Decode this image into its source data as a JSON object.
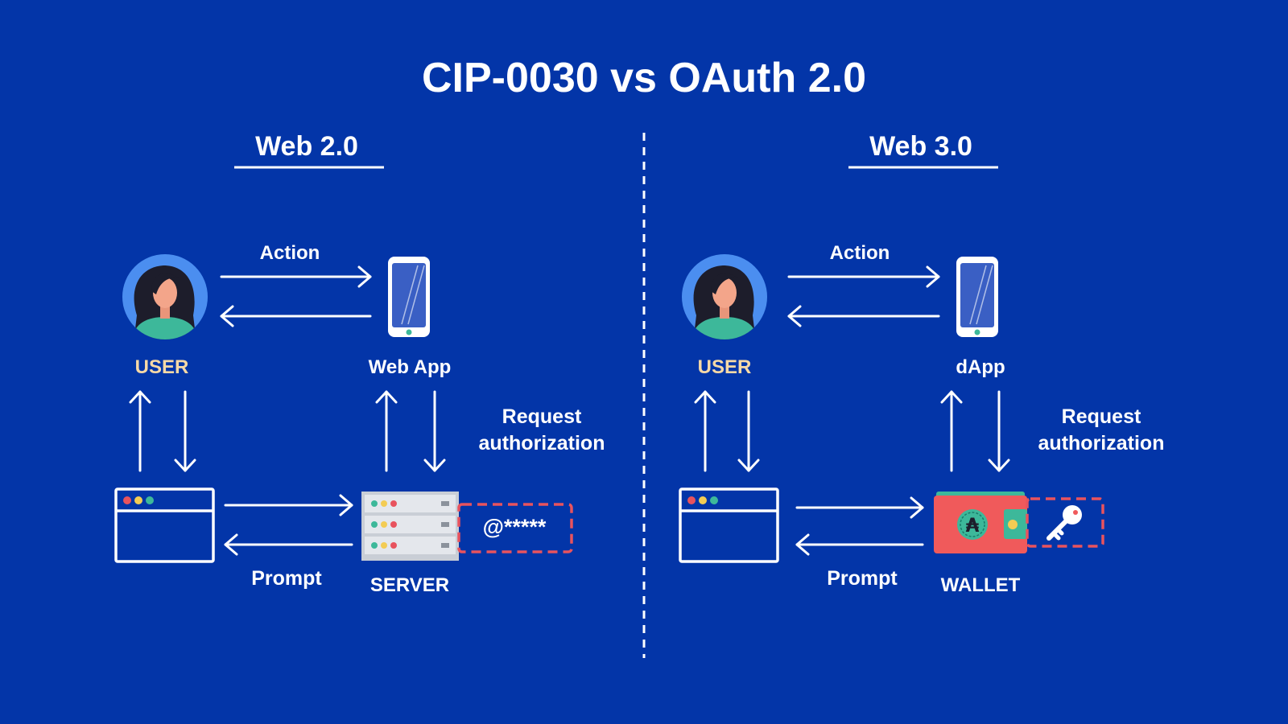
{
  "title": "CIP-0030 vs OAuth 2.0",
  "colors": {
    "background": "#0335a8",
    "user_label": "#f7d9a6",
    "dashed_box": "#e8535e",
    "wallet_body": "#f05a5b",
    "wallet_band": "#3dbfa6",
    "avatar_circle": "#4b8ef0",
    "avatar_shirt": "#3db89a",
    "server_panel": "#d9dde3"
  },
  "web2": {
    "heading": "Web 2.0",
    "user_label": "USER",
    "app_label": "Web App",
    "action_label": "Action",
    "request_label_line1": "Request",
    "request_label_line2": "authorization",
    "prompt_label": "Prompt",
    "backend_label": "SERVER",
    "credential_text": "@*****",
    "icons": [
      "avatar-icon",
      "phone-icon",
      "browser-window-icon",
      "server-icon"
    ]
  },
  "web3": {
    "heading": "Web 3.0",
    "user_label": "USER",
    "app_label": "dApp",
    "action_label": "Action",
    "request_label_line1": "Request",
    "request_label_line2": "authorization",
    "prompt_label": "Prompt",
    "backend_label": "WALLET",
    "coin_symbol": "₳",
    "icons": [
      "avatar-icon",
      "phone-icon",
      "browser-window-icon",
      "wallet-icon",
      "key-icon"
    ]
  }
}
